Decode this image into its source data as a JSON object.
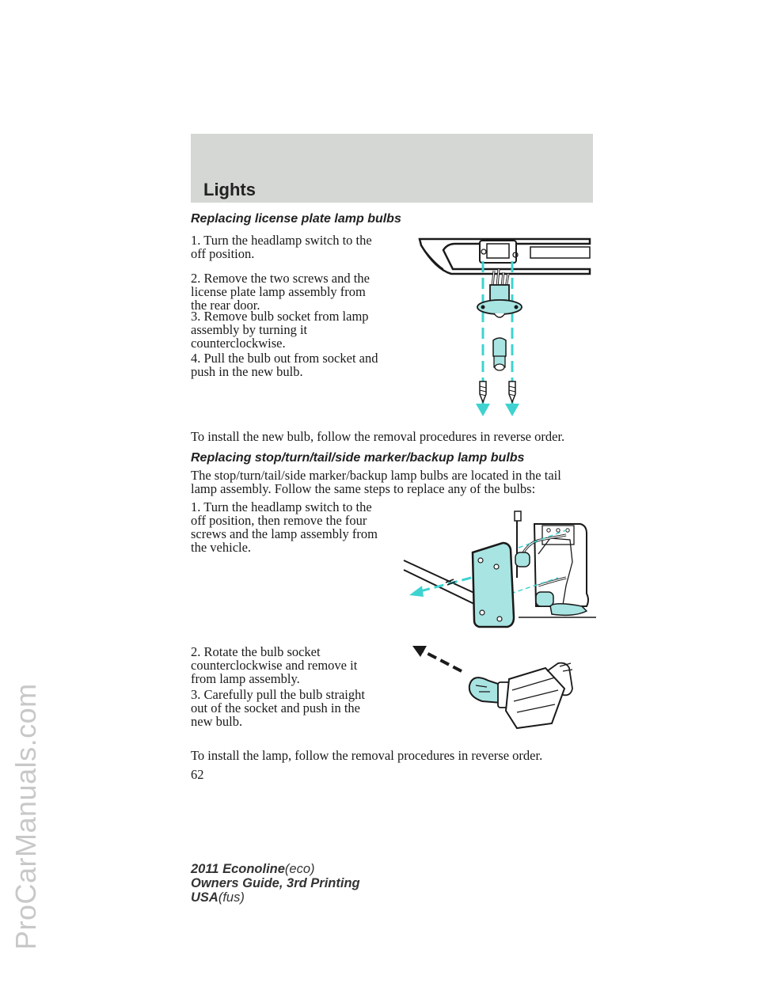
{
  "watermark": "ProCarManuals.com",
  "header": {
    "section_title": "Lights"
  },
  "license_plate": {
    "heading": "Replacing license plate lamp bulbs",
    "steps": [
      "1. Turn the headlamp switch to the\noff position.",
      "2. Remove the two screws and the\nlicense plate lamp assembly from\nthe rear door.",
      "3. Remove bulb socket from lamp\nassembly by turning it\ncounterclockwise.",
      "4. Pull the bulb out from socket and\npush in the new bulb."
    ],
    "install_note": "To install the new bulb, follow the removal procedures in reverse order."
  },
  "stop_turn": {
    "heading": "Replacing stop/turn/tail/side marker/backup lamp bulbs",
    "intro": "The stop/turn/tail/side marker/backup lamp bulbs are located in the tail\nlamp assembly. Follow the same steps to replace any of the bulbs:",
    "steps": [
      "1. Turn the headlamp switch to the\noff position, then remove the four\nscrews and the lamp assembly from\nthe vehicle.",
      "2. Rotate the bulb socket\ncounterclockwise and remove it\nfrom lamp assembly.",
      "3. Carefully pull the bulb straight\nout of the socket and push in the\nnew bulb."
    ],
    "install_note": "To install the lamp, follow the removal procedures in reverse order."
  },
  "page_number": "62",
  "footer": {
    "line1_bold": "2011 Econoline",
    "line1_light": "(eco)",
    "line2": "Owners Guide, 3rd Printing",
    "line3_bold": "USA",
    "line3_light": "(fus)"
  },
  "colors": {
    "header_band": "#d4d7d3",
    "accent_cyan": "#3ed3d0",
    "lamp_fill": "#a8e4e2"
  }
}
